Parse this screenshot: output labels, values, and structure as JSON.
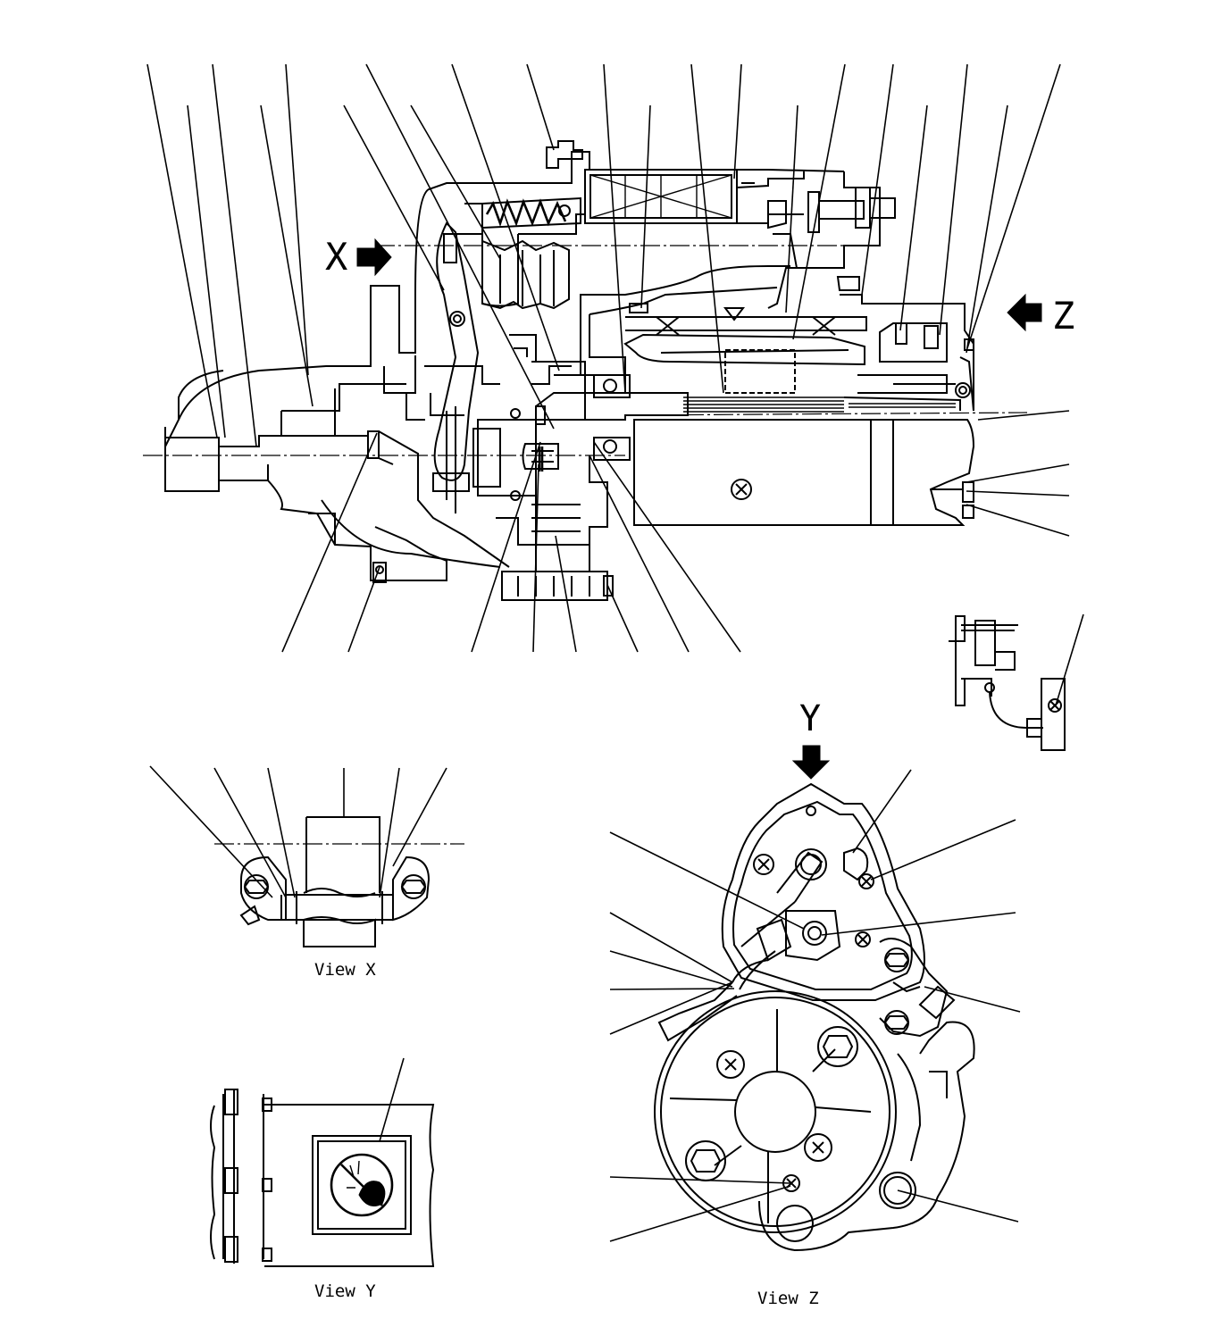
{
  "views": {
    "arrow_x": "X",
    "arrow_y": "Y",
    "arrow_z": "Z",
    "caption_x": "View X",
    "caption_y": "View Y",
    "caption_z": "View Z"
  },
  "icons": [
    "prohibition-sign-icon",
    "screw-head-icon",
    "hex-bolt-icon",
    "view-direction-arrow-icon"
  ]
}
